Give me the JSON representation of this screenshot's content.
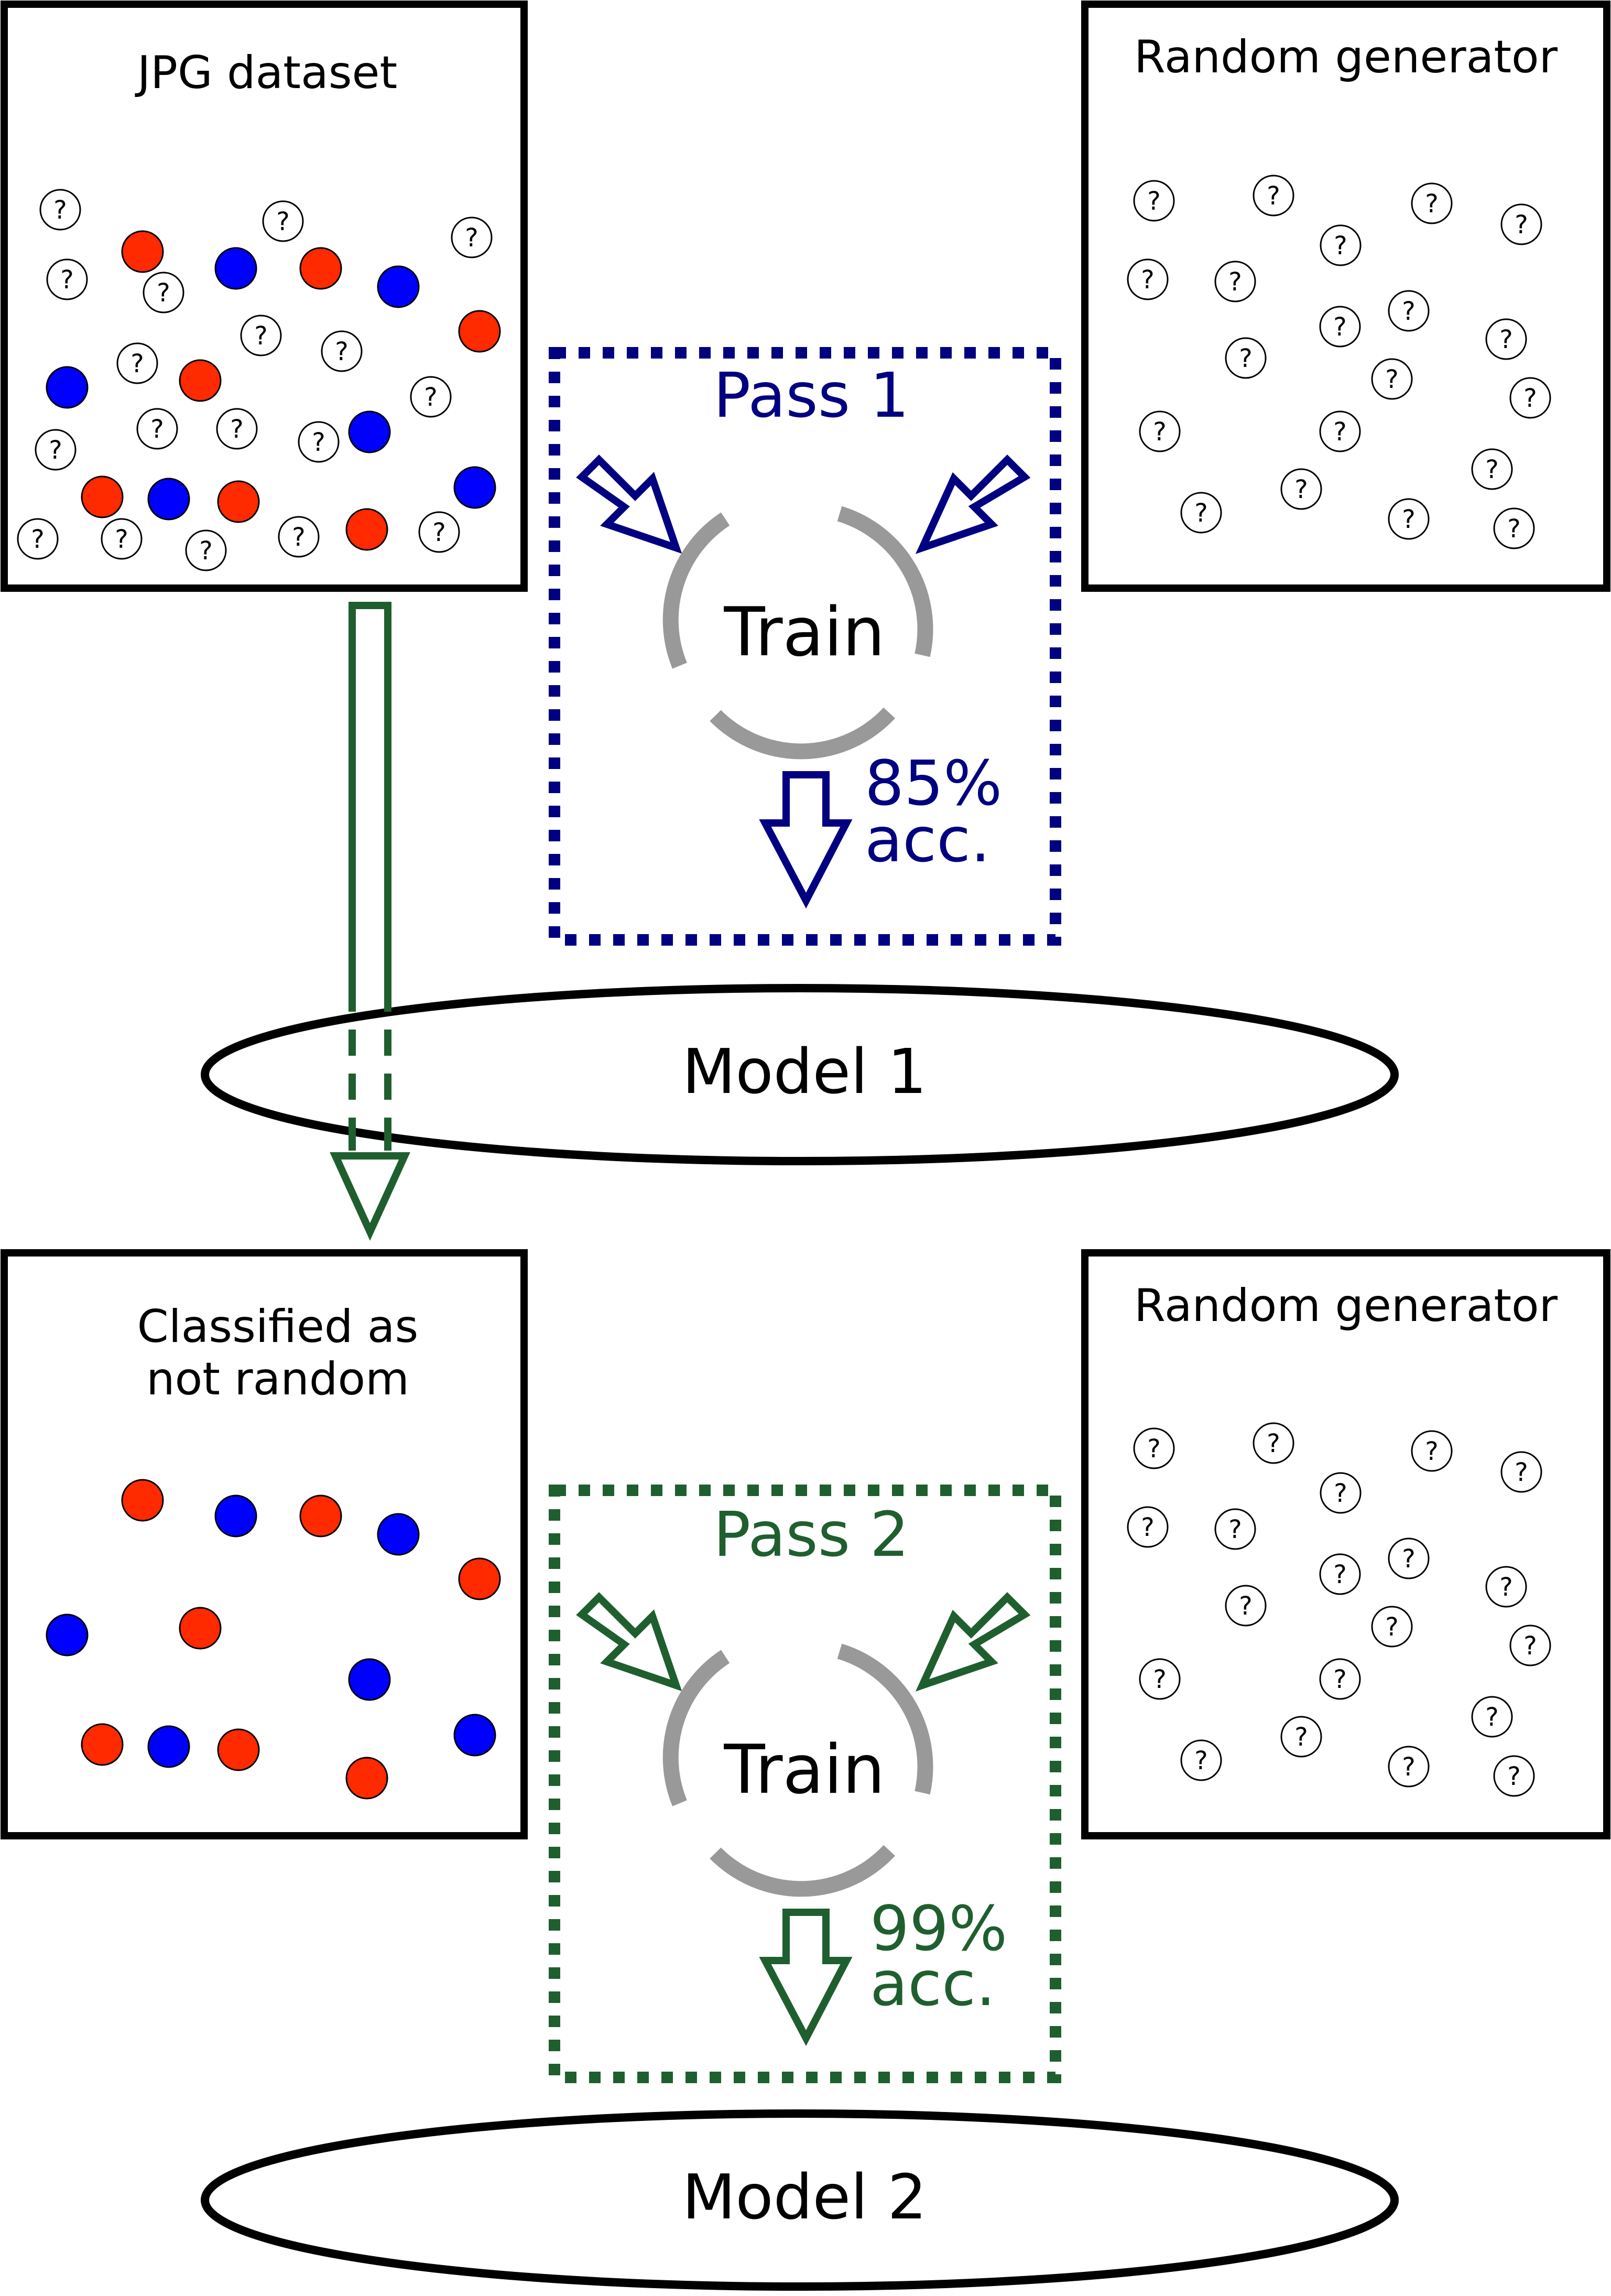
{
  "colors": {
    "red": "#ff2a00",
    "blue": "#0000ff",
    "pass1": "#000080",
    "pass2": "#1f5f2f",
    "ring": "#999999",
    "stroke": "#000000"
  },
  "question_symbol": "?",
  "top": {
    "dataset_title": "JPG dataset",
    "generator_title": "Random generator",
    "pass_label": "Pass 1",
    "train_label": "Train",
    "accuracy_value": "85%",
    "accuracy_unit": "acc.",
    "model_label": "Model 1"
  },
  "bottom": {
    "classified_title_line1": "Classified as",
    "classified_title_line2": "not random",
    "generator_title": "Random generator",
    "pass_label": "Pass 2",
    "train_label": "Train",
    "accuracy_value": "99%",
    "accuracy_unit": "acc.",
    "model_label": "Model 2"
  }
}
